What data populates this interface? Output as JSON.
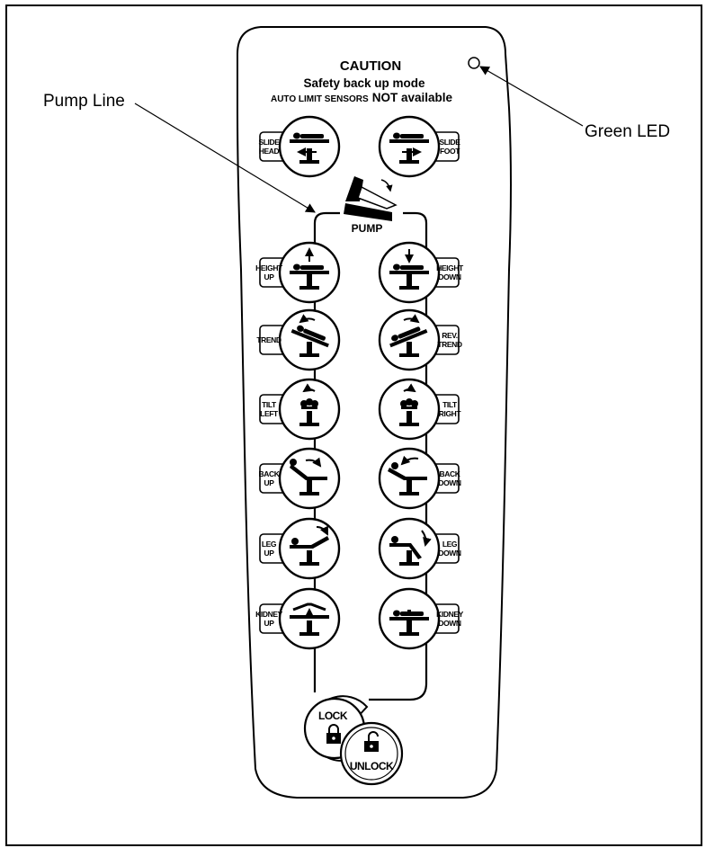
{
  "callouts": {
    "pump_line": "Pump Line",
    "green_led": "Green LED"
  },
  "caution": {
    "title": "CAUTION",
    "line1": "Safety back up mode",
    "line2_prefix": "AUTO LIMIT SENSORS",
    "line2_suffix": "NOT available"
  },
  "pump": {
    "label": "PUMP"
  },
  "buttons": [
    {
      "id": "slide-head",
      "label": [
        "SLIDE",
        "HEAD"
      ],
      "icon": "slide-head-icon",
      "side": "left"
    },
    {
      "id": "slide-foot",
      "label": [
        "SLIDE",
        "FOOT"
      ],
      "icon": "slide-foot-icon",
      "side": "right"
    },
    {
      "id": "height-up",
      "label": [
        "HEIGHT",
        "UP"
      ],
      "icon": "height-up-icon",
      "side": "left"
    },
    {
      "id": "height-down",
      "label": [
        "HEIGHT",
        "DOWN"
      ],
      "icon": "height-down-icon",
      "side": "right"
    },
    {
      "id": "trend",
      "label": [
        "TREND"
      ],
      "icon": "trend-icon",
      "side": "left"
    },
    {
      "id": "rev-trend",
      "label": [
        "REV.",
        "TREND"
      ],
      "icon": "rev-trend-icon",
      "side": "right"
    },
    {
      "id": "tilt-left",
      "label": [
        "TILT",
        "LEFT"
      ],
      "icon": "tilt-left-icon",
      "side": "left"
    },
    {
      "id": "tilt-right",
      "label": [
        "TILT",
        "RIGHT"
      ],
      "icon": "tilt-right-icon",
      "side": "right"
    },
    {
      "id": "back-up",
      "label": [
        "BACK",
        "UP"
      ],
      "icon": "back-up-icon",
      "side": "left"
    },
    {
      "id": "back-down",
      "label": [
        "BACK",
        "DOWN"
      ],
      "icon": "back-down-icon",
      "side": "right"
    },
    {
      "id": "leg-up",
      "label": [
        "LEG",
        "UP"
      ],
      "icon": "leg-up-icon",
      "side": "left"
    },
    {
      "id": "leg-down",
      "label": [
        "LEG",
        "DOWN"
      ],
      "icon": "leg-down-icon",
      "side": "right"
    },
    {
      "id": "kidney-up",
      "label": [
        "KIDNEY",
        "UP"
      ],
      "icon": "kidney-up-icon",
      "side": "left"
    },
    {
      "id": "kidney-down",
      "label": [
        "KIDNEY",
        "DOWN"
      ],
      "icon": "kidney-down-icon",
      "side": "right"
    }
  ],
  "lock": {
    "label": "LOCK",
    "icon": "padlock-closed-icon"
  },
  "unlock": {
    "label": "UNLOCK",
    "icon": "padlock-open-icon"
  },
  "colors": {
    "ink": "#000000",
    "paper": "#ffffff"
  }
}
